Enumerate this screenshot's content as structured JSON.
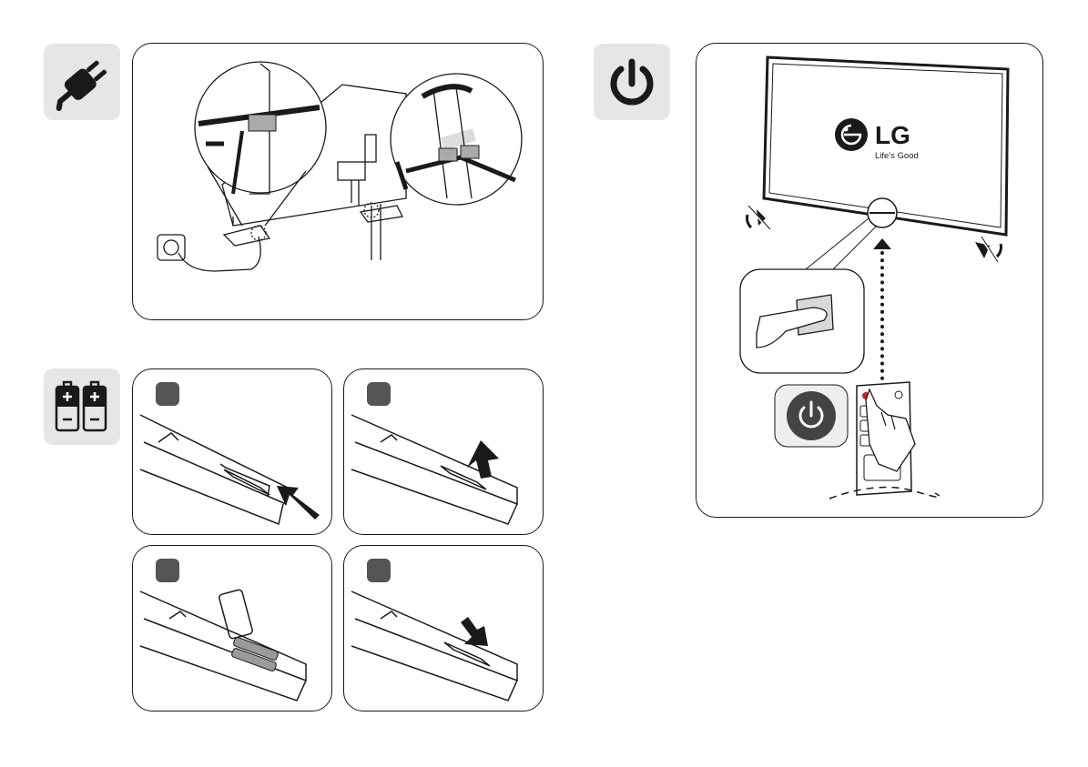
{
  "icons": {
    "power_plug": "plug-icon",
    "batteries": "battery-icon",
    "power": "power-icon"
  },
  "tv_screen": {
    "brand": "LG",
    "tagline": "Life's Good"
  },
  "battery_steps": [
    {
      "name": "step-1-press-release"
    },
    {
      "name": "step-2-slide-cover"
    },
    {
      "name": "step-3-insert-batteries"
    },
    {
      "name": "step-4-close-cover"
    }
  ],
  "colors": {
    "tile_bg": "#e6e6e6",
    "line": "#1a1a1a",
    "step_marker": "#555555",
    "remote_power_led": "#cc2222"
  }
}
